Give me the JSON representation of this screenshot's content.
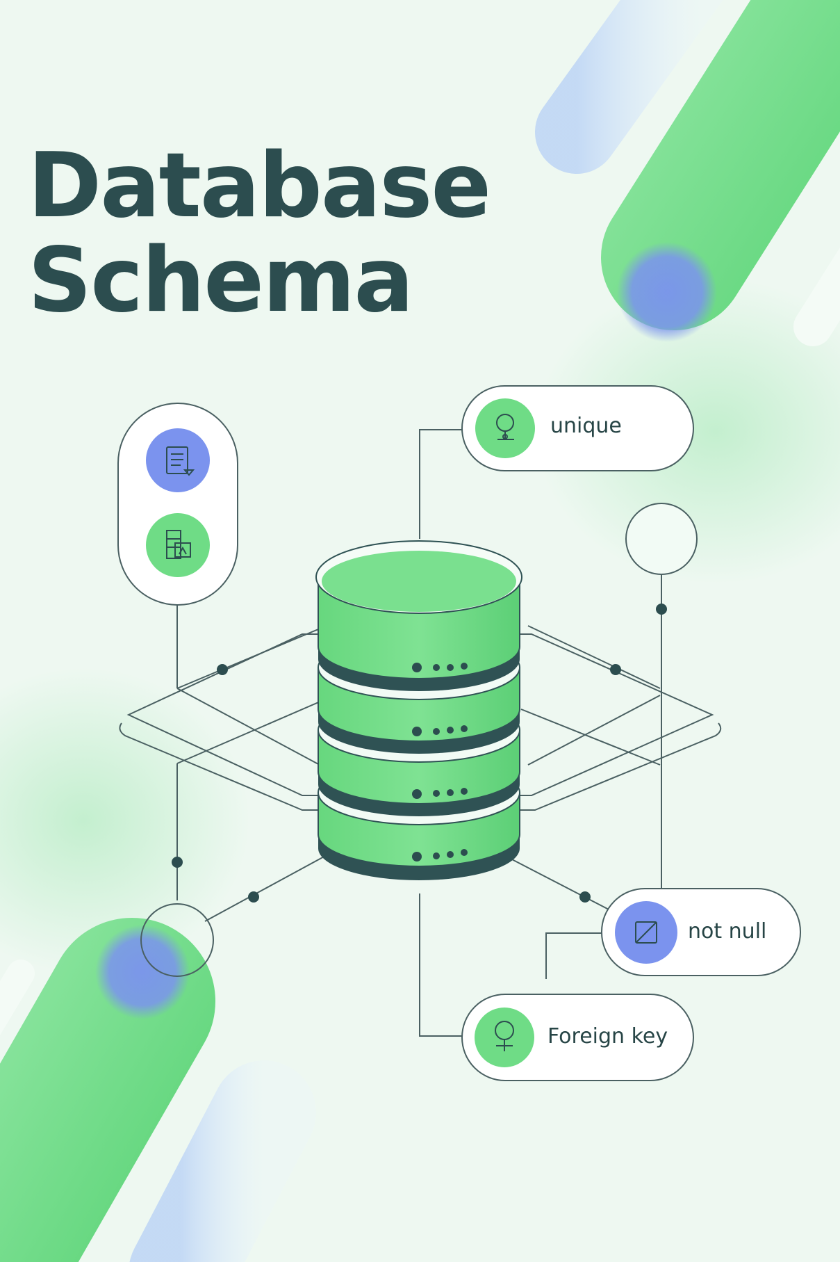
{
  "title": {
    "line1": "Database",
    "line2": "Schema"
  },
  "labels": {
    "unique": "unique",
    "not_null": "not null",
    "foreign_key": "Foreign key"
  },
  "icons": {
    "unique": "key-icon",
    "not_null": "edit-square-icon",
    "foreign_key": "key-icon",
    "table_a": "document-icon",
    "table_b": "table-icon"
  },
  "colors": {
    "background": "#eef8f1",
    "green": "#6fdc86",
    "blue": "#7b93ee",
    "dark": "#2c4d4f",
    "line": "#4a6062"
  }
}
